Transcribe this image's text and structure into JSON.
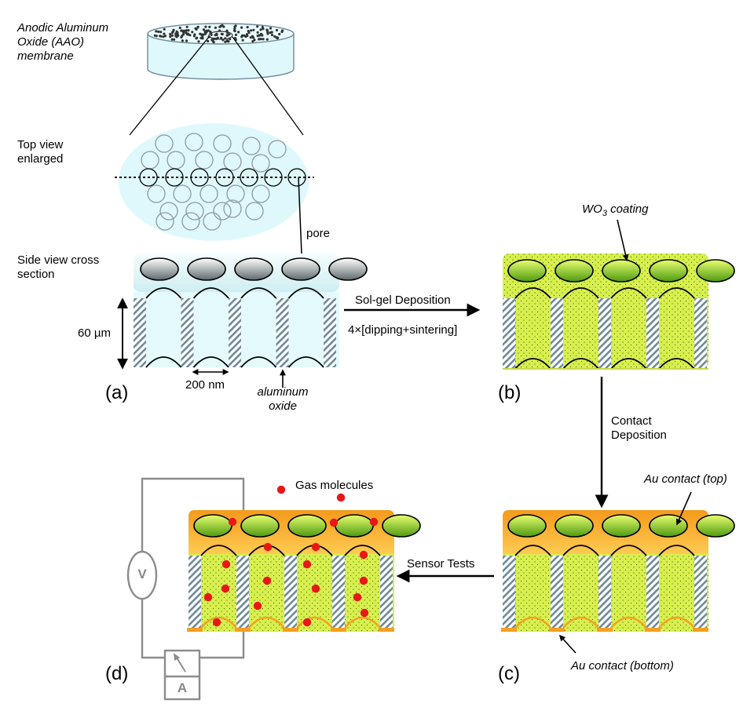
{
  "labels": {
    "aao_membrane": "Anodic Aluminum Oxide (AAO) membrane",
    "top_view": "Top view enlarged",
    "side_view": "Side view cross section",
    "pore": "pore",
    "thickness": "60 µm",
    "pore_spacing": "200 nm",
    "aluminum_oxide": "aluminum oxide",
    "sol_gel": "Sol-gel Deposition",
    "dipping": "4×[dipping+sintering]",
    "wo3_prefix": "WO",
    "wo3_sub": "3",
    "wo3_suffix": " coating",
    "contact_deposition": "Contact Deposition",
    "au_top": "Au contact (top)",
    "au_bottom": "Au contact (bottom)",
    "gas_molecules": "Gas molecules",
    "sensor_tests": "Sensor Tests",
    "voltmeter": "V",
    "ammeter": "A"
  },
  "panels": {
    "a": "(a)",
    "b": "(b)",
    "c": "(c)",
    "d": "(d)"
  },
  "colors": {
    "membrane_fill": "#e4fafc",
    "wo3_fill": "#d7f04e",
    "au_fill": "#f5a020",
    "gas_molecule": "#e81818",
    "wall_hatch": "#6f8a99",
    "circuit_wire": "#8c8c8c"
  }
}
